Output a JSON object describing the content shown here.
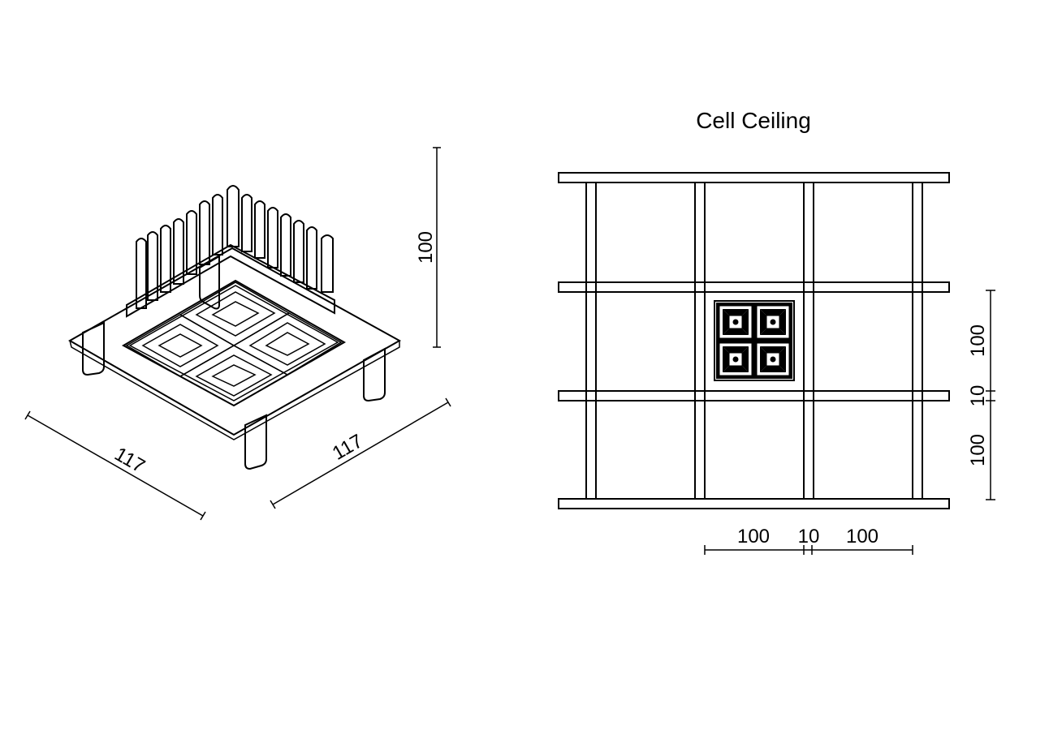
{
  "isometric": {
    "height_label": "100",
    "width_left_label": "117",
    "width_right_label": "117"
  },
  "ceiling": {
    "title": "Cell Ceiling",
    "vertical_dims": [
      "100",
      "10",
      "100"
    ],
    "horizontal_dims": [
      "100",
      "10",
      "100"
    ]
  }
}
